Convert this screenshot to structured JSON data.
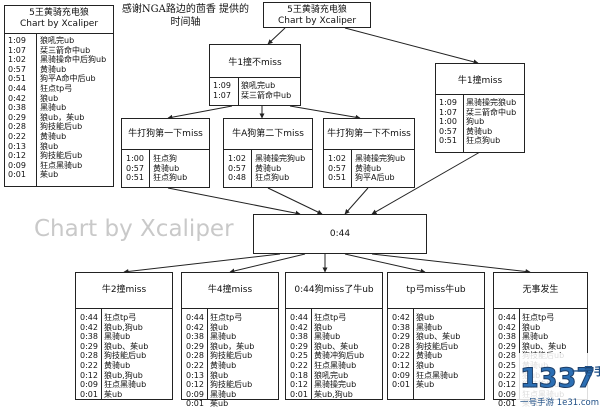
{
  "header_caption": "感谢NGA路边的茴香 提供的时间轴",
  "watermark": "Chart by Xcaliper",
  "left_box": {
    "title": "5王黄骑充电狼",
    "subtitle": "Chart by Xcaliper",
    "rows": [
      [
        "1:09",
        "狼吼完ub"
      ],
      [
        "1:07",
        "栞三箭命中ub"
      ],
      [
        "1:02",
        "黑骑操命中后狗ub"
      ],
      [
        "0:57",
        "黄骑ub"
      ],
      [
        "0:51",
        "狗平A命中后ub"
      ],
      [
        "0:44",
        "狂点tp弓"
      ],
      [
        "0:42",
        "狼ub"
      ],
      [
        "0:38",
        "黑骑ub"
      ],
      [
        "0:29",
        "狼ub，茱ub"
      ],
      [
        "0:28",
        "狗技能后ub"
      ],
      [
        "0:22",
        "黄骑ub"
      ],
      [
        "0:13",
        "狼ub"
      ],
      [
        "0:12",
        "狗技能后ub"
      ],
      [
        "0:09",
        "狂点黑骑ub"
      ],
      [
        "0:01",
        "茱ub"
      ]
    ]
  },
  "top_box": {
    "title": "5王黄骑充电狼",
    "subtitle": "Chart by Xcaliper"
  },
  "miss_box": {
    "title": "牛1撞不miss",
    "rows": [
      [
        "1:09",
        "狼吼完ub"
      ],
      [
        "1:07",
        "栞三箭命中ub"
      ]
    ]
  },
  "hit_box": {
    "title": "牛1撞miss",
    "rows": [
      [
        "1:09",
        "黑骑操完狼ub"
      ],
      [
        "1:07",
        "栞三箭命中ub"
      ],
      [
        "1:00",
        "狗ub"
      ],
      [
        "0:57",
        "黄骑ub"
      ],
      [
        "0:51",
        "狂点狗ub"
      ]
    ]
  },
  "branch_boxes": [
    {
      "title": "牛打狗第一下miss",
      "rows": [
        [
          "1:00",
          "狂点狗"
        ],
        [
          "0:57",
          "黄骑ub"
        ],
        [
          "0:51",
          "狂点狗ub"
        ]
      ]
    },
    {
      "title": "牛A狗第二下miss",
      "rows": [
        [
          "1:02",
          "黑骑操完狗ub"
        ],
        [
          "0:57",
          "黄骑ub"
        ],
        [
          "0:48",
          "狂点狗ub"
        ]
      ]
    },
    {
      "title": "牛打狗第一下不miss",
      "rows": [
        [
          "1:02",
          "黑骑操完狗ub"
        ],
        [
          "0:57",
          "黄骑ub"
        ],
        [
          "0:51",
          "狗平A后ub"
        ]
      ]
    }
  ],
  "merge_box": {
    "title": "0:44"
  },
  "bottom_boxes": [
    {
      "title": "牛2撞miss",
      "rows": [
        [
          "0:44",
          "狂点tp弓"
        ],
        [
          "0:42",
          "狼ub,狗ub"
        ],
        [
          "0:38",
          "黑骑ub"
        ],
        [
          "0:29",
          "狼ub、茱ub"
        ],
        [
          "0:28",
          "狗技能后ub"
        ],
        [
          "0:22",
          "黄骑ub"
        ],
        [
          "0:12",
          "狼ub,狗ub"
        ],
        [
          "0:09",
          "狂点黑骑ub"
        ],
        [
          "0:01",
          "茱ub"
        ]
      ]
    },
    {
      "title": "牛4撞miss",
      "rows": [
        [
          "0:44",
          "狂点tp弓"
        ],
        [
          "0:42",
          "狼ub"
        ],
        [
          "0:38",
          "黑骑ub"
        ],
        [
          "0:29",
          "狼ub，茱ub"
        ],
        [
          "0:28",
          "狗技能后ub"
        ],
        [
          "0:22",
          "黄骑ub"
        ],
        [
          "0:13",
          "狼ub"
        ],
        [
          "0:12",
          "狗技能后ub"
        ],
        [
          "0:09",
          "黑骑ub"
        ],
        [
          "0:01",
          "茱ub"
        ]
      ]
    },
    {
      "title": "0:44狗miss了牛ub",
      "rows": [
        [
          "0:44",
          "狂点tp弓"
        ],
        [
          "0:42",
          "狼ub"
        ],
        [
          "0:38",
          "黑骑ub"
        ],
        [
          "0:29",
          "狼ub、茱ub"
        ],
        [
          "0:25",
          "黄骑冲狗后ub"
        ],
        [
          "0:22",
          "狂点黑骑ub"
        ],
        [
          "0:18",
          "狼吼完ub"
        ],
        [
          "0:12",
          "黑骑操完ub"
        ],
        [
          "0:01",
          "茱ub,狗ub"
        ]
      ]
    },
    {
      "title": "tp弓miss牛ub",
      "rows": [
        [
          "0:42",
          "狼ub"
        ],
        [
          "0:38",
          "黑骑ub"
        ],
        [
          "0:29",
          "狼ub、茱ub"
        ],
        [
          "0:28",
          "狗技能后ub"
        ],
        [
          "0:22",
          "黄骑ub"
        ],
        [
          "0:12",
          "狼ub"
        ],
        [
          "0:09",
          "狂点黑骑ub"
        ],
        [
          "0:01",
          "茱ub"
        ]
      ]
    },
    {
      "title": "无事发生",
      "rows": [
        [
          "0:44",
          "狂点tp弓"
        ],
        [
          "0:42",
          "狼ub"
        ],
        [
          "0:38",
          "黑骑ub"
        ],
        [
          "0:29",
          "狼ub、茱ub"
        ],
        [
          "0:28",
          "狗技能后ub"
        ],
        [
          "0:25",
          "黄骑ub"
        ],
        [
          "0:22",
          "狼ub"
        ],
        [
          "0:12",
          "狗技能后ub"
        ],
        [
          "0:09",
          "狂点黑骑ub"
        ],
        [
          "0:01",
          "茱ub"
        ]
      ]
    }
  ],
  "logo": {
    "mark": "1337",
    "text": "一号手游",
    "url": "一号手游 1e31.com"
  }
}
